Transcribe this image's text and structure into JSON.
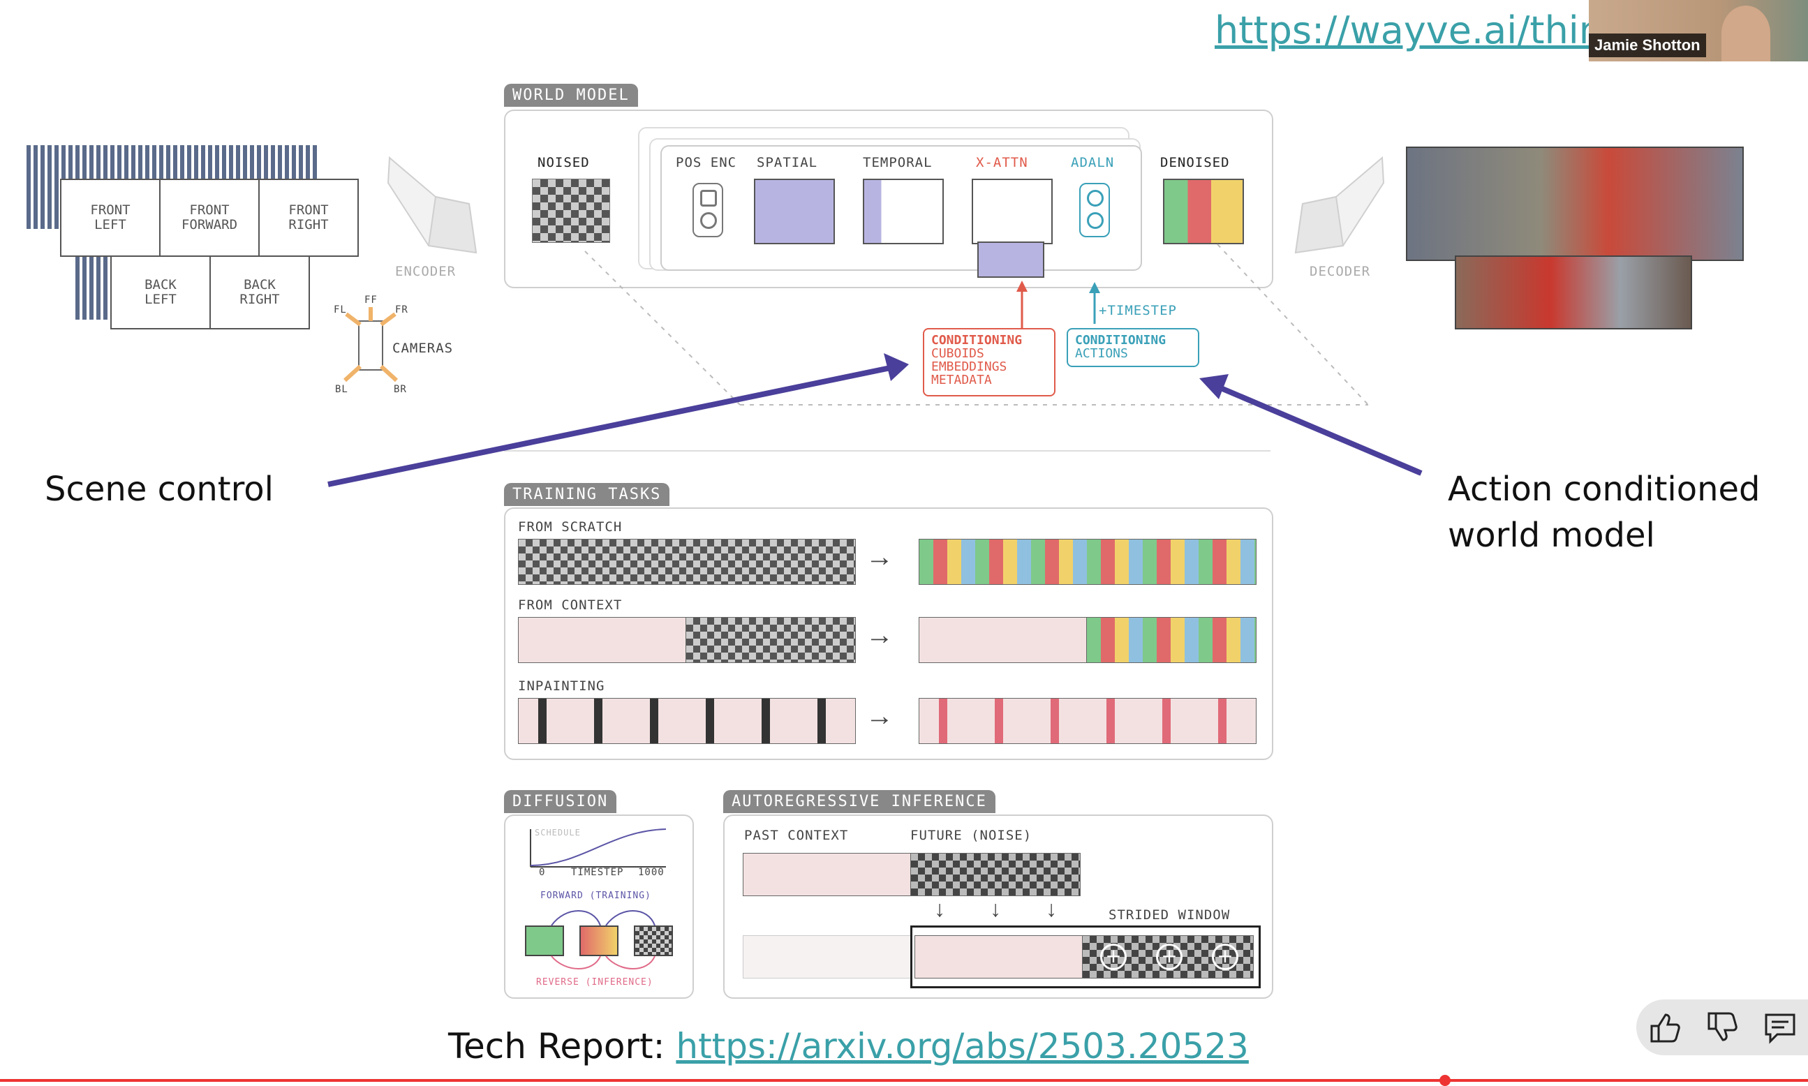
{
  "header": {
    "url_text": "https://wayve.ai/thin",
    "presenter_name": "Jamie Shotton"
  },
  "cameras": {
    "tiles": [
      "FRONT\nLEFT",
      "FRONT\nFORWARD",
      "FRONT\nRIGHT",
      "BACK\nLEFT",
      "BACK\nRIGHT"
    ],
    "compass": [
      "FL",
      "FF",
      "FR",
      "BL",
      "BR"
    ],
    "label": "CAMERAS"
  },
  "encoder_label": "ENCODER",
  "decoder_label": "DECODER",
  "world_model": {
    "tab": "WORLD MODEL",
    "noised": "NOISED",
    "pos_enc": "POS ENC",
    "spatial": "SPATIAL",
    "temporal": "TEMPORAL",
    "x_attn": "X-ATTN",
    "adaln": "ADALN",
    "denoised": "DENOISED",
    "timestep": "+TIMESTEP",
    "cond_red_title": "CONDITIONING",
    "cond_red_items": [
      "CUBOIDS",
      "EMBEDDINGS",
      "METADATA"
    ],
    "cond_blue_title": "CONDITIONING",
    "cond_blue_items": [
      "ACTIONS"
    ]
  },
  "annotations": {
    "scene_control": "Scene control",
    "action_line1": "Action conditioned",
    "action_line2": "world model"
  },
  "training": {
    "tab": "TRAINING TASKS",
    "rows": [
      "FROM SCRATCH",
      "FROM CONTEXT",
      "INPAINTING"
    ],
    "arrow": "→"
  },
  "diffusion": {
    "tab": "DIFFUSION",
    "schedule": "SCHEDULE",
    "t0": "0",
    "timestep": "TIMESTEP",
    "t1000": "1000",
    "forward": "FORWARD (TRAINING)",
    "reverse": "REVERSE (INFERENCE)"
  },
  "autoregressive": {
    "tab": "AUTOREGRESSIVE INFERENCE",
    "past": "PAST CONTEXT",
    "future": "FUTURE (NOISE)",
    "strided": "STRIDED WINDOW",
    "down_arrow": "↓",
    "plus": "+"
  },
  "footer": {
    "prefix": "Tech Report: ",
    "link": "https://arxiv.org/abs/2503.20523"
  },
  "colors": {
    "accent_purple": "#4a3f9a",
    "teal_link": "#3aa0a8",
    "cond_red": "#e05a4a",
    "cond_blue": "#3aa0b8",
    "tab_gray": "#888888"
  },
  "icons": [
    "thumbs-up-icon",
    "thumbs-down-icon",
    "comment-icon"
  ]
}
